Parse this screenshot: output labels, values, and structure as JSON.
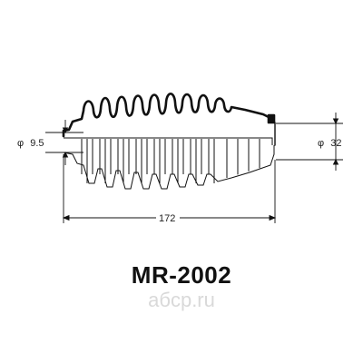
{
  "drawing": {
    "left_diameter_symbol": "φ",
    "left_diameter_value": "9.5",
    "right_diameter_symbol": "φ",
    "right_diameter_value": "32",
    "length_value": "172"
  },
  "part_number": "MR-2002",
  "watermark": "aбcp.ru",
  "colors": {
    "line": "#111111",
    "watermark": "#d9d9d9"
  }
}
